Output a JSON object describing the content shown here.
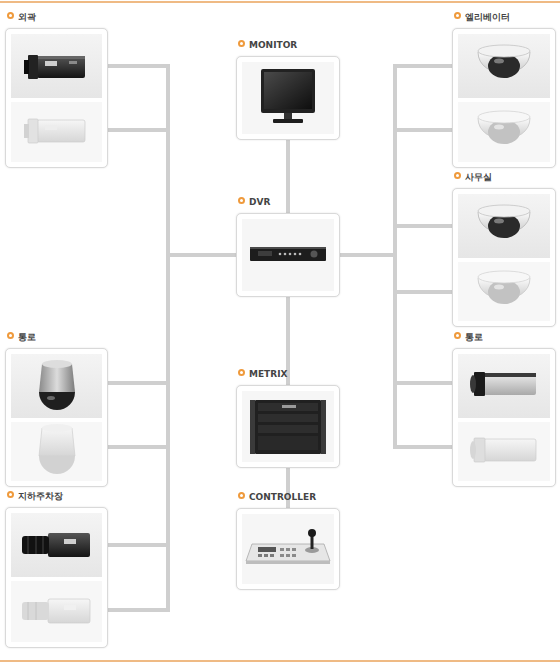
{
  "diagram": {
    "nodes": [
      {
        "text": [
          "외곽"
        ]
      },
      {
        "text": [
          "MONITOR"
        ]
      },
      {
        "text": [
          "엘리베이터"
        ]
      },
      {
        "text": [
          "사무실"
        ]
      },
      {
        "text": [
          "DVR"
        ]
      },
      {
        "text": [
          "통로"
        ]
      },
      {
        "text": [
          "METRIX"
        ]
      },
      {
        "text": [
          "통로"
        ]
      },
      {
        "text": [
          "지하주차장"
        ]
      },
      {
        "text": [
          "CONTROLLER"
        ]
      }
    ],
    "edges": [
      {
        "from": 0,
        "to": 4,
        "arrow": "none"
      },
      {
        "from": 5,
        "to": 4,
        "arrow": "none"
      },
      {
        "from": 8,
        "to": 4,
        "arrow": "none"
      },
      {
        "from": 2,
        "to": 4,
        "arrow": "none"
      },
      {
        "from": 3,
        "to": 4,
        "arrow": "none"
      },
      {
        "from": 7,
        "to": 4,
        "arrow": "none"
      },
      {
        "from": 1,
        "to": 4,
        "arrow": "none"
      },
      {
        "from": 4,
        "to": 6,
        "arrow": "none"
      },
      {
        "from": 6,
        "to": 9,
        "arrow": "none"
      }
    ]
  }
}
